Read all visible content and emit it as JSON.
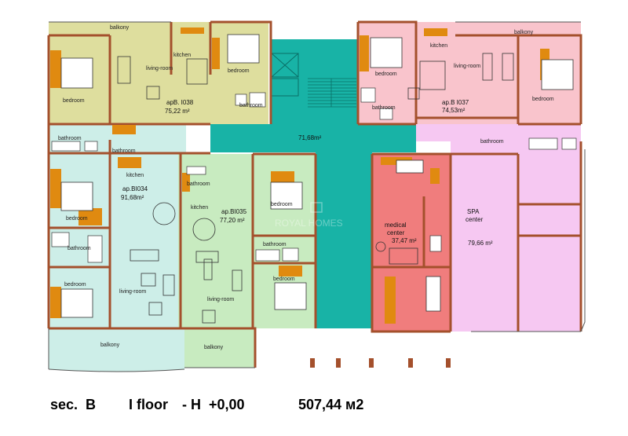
{
  "rooms": {
    "balkony": "balkony",
    "kitchen": "kitchen",
    "living_room": "living-room",
    "bedroom": "bedroom",
    "bathroom": "bathroom",
    "medical": "medical",
    "center": "center",
    "spa": "SPA"
  },
  "apartments": {
    "b1038": {
      "name": "apB. I038",
      "area": "75,22 m²"
    },
    "b1037": {
      "name": "ap.B I037",
      "area": "74,53m²"
    },
    "b1034": {
      "name": "ap.BI034",
      "area": "91,68m²"
    },
    "b1035": {
      "name": "ap.BI035",
      "area": "77,20 m²"
    }
  },
  "common": {
    "corridor_area": "71,68m²",
    "medical_area": "37,47 m²",
    "spa_area": "79,66 m²"
  },
  "watermark": "ROYAL HOMES",
  "footer": {
    "section": "sec.  B",
    "floor": "I floor",
    "level": "- H  +0,00",
    "total": "507,44 м2"
  },
  "colors": {
    "olive": "#dede9e",
    "pink": "#f9c4cc",
    "cyan": "#cdeee8",
    "green": "#c8ebc0",
    "teal": "#18b3a6",
    "red": "#f07d7d",
    "lilac": "#f6c8f2",
    "wall": "#a4502c",
    "furniture": "#e08a10"
  }
}
